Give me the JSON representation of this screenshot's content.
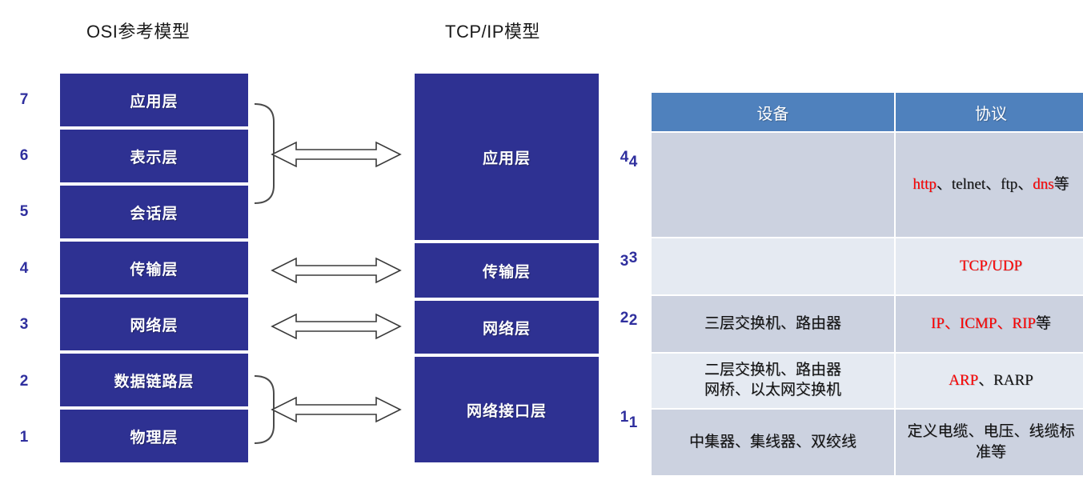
{
  "titles": {
    "osi": "OSI参考模型",
    "tcpip": "TCP/IP模型"
  },
  "colors": {
    "layer_blue": "#2e3192",
    "table_header_blue": "#4f81bd",
    "row_dark": "#ccd2e0",
    "row_light": "#e5eaf2",
    "number_blue": "#2f2f9e",
    "protocol_red": "#ff0000",
    "arrow_outline": "#3a3a3a",
    "arrow_fill": "#ffffff"
  },
  "osi_model": {
    "layers": [
      {
        "number": "7",
        "label": "应用层"
      },
      {
        "number": "6",
        "label": "表示层"
      },
      {
        "number": "5",
        "label": "会话层"
      },
      {
        "number": "4",
        "label": "传输层"
      },
      {
        "number": "3",
        "label": "网络层"
      },
      {
        "number": "2",
        "label": "数据链路层"
      },
      {
        "number": "1",
        "label": "物理层"
      }
    ]
  },
  "tcpip_model": {
    "layers": [
      {
        "number": "4",
        "label": "应用层"
      },
      {
        "number": "3",
        "label": "传输层"
      },
      {
        "number": "2",
        "label": "网络层"
      },
      {
        "number": "1",
        "label": "网络接口层"
      }
    ]
  },
  "mappings": [
    {
      "osi_layers": "7,6,5",
      "tcpip_layer": "4",
      "has_brace": true
    },
    {
      "osi_layers": "4",
      "tcpip_layer": "3",
      "has_brace": false
    },
    {
      "osi_layers": "3",
      "tcpip_layer": "2",
      "has_brace": false
    },
    {
      "osi_layers": "2,1",
      "tcpip_layer": "1",
      "has_brace": true
    }
  ],
  "table": {
    "headers": [
      "设备",
      "协议"
    ],
    "rows": [
      {
        "number": "4",
        "shade": "dark",
        "device": "",
        "protocol_parts": [
          {
            "text": "http",
            "color": "red"
          },
          {
            "text": "、",
            "color": "black"
          },
          {
            "text": "telnet",
            "color": "black"
          },
          {
            "text": "、",
            "color": "black"
          },
          {
            "text": "ftp",
            "color": "black"
          },
          {
            "text": "、",
            "color": "black"
          },
          {
            "text": "dns",
            "color": "red"
          },
          {
            "text": "等",
            "color": "black"
          }
        ],
        "protocol_plain": "http、telnet、ftp、dns等"
      },
      {
        "number": "3",
        "shade": "light",
        "device": "",
        "protocol_parts": [
          {
            "text": "TCP/UDP",
            "color": "red"
          }
        ],
        "protocol_plain": "TCP/UDP"
      },
      {
        "number": "2",
        "shade": "dark",
        "device": "三层交换机、路由器",
        "protocol_parts": [
          {
            "text": "IP",
            "color": "red"
          },
          {
            "text": "、",
            "color": "red"
          },
          {
            "text": "ICMP",
            "color": "red"
          },
          {
            "text": "、",
            "color": "red"
          },
          {
            "text": "RIP",
            "color": "red"
          },
          {
            "text": "等",
            "color": "black"
          }
        ],
        "protocol_plain": "IP、ICMP、RIP等"
      },
      {
        "number": "",
        "shade": "light",
        "device": "二层交换机、路由器\n网桥、以太网交换机",
        "protocol_parts": [
          {
            "text": "ARP",
            "color": "red"
          },
          {
            "text": "、",
            "color": "black"
          },
          {
            "text": "RARP",
            "color": "black"
          }
        ],
        "protocol_plain": "ARP、RARP"
      },
      {
        "number": "1",
        "shade": "dark",
        "device": "中集器、集线器、双绞线",
        "protocol_parts": [
          {
            "text": "定义电缆、电压、线缆标准等",
            "color": "black"
          }
        ],
        "protocol_plain": "定义电缆、电压、线缆标准等"
      }
    ]
  }
}
